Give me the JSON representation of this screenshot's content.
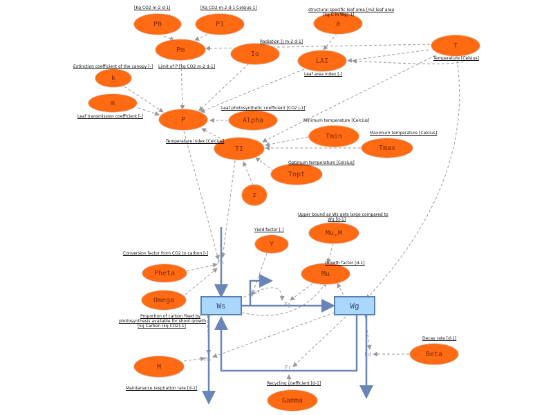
{
  "nodes": {
    "P0": "P0",
    "P1": "P1",
    "Pm": "Pm",
    "Io": "Io",
    "a": "a",
    "LAI": "LAI",
    "T": "T",
    "k": "k",
    "m": "m",
    "P": "P",
    "Alpha": "Alpha",
    "Tmin": "Tmin",
    "Tmax": "Tmax",
    "TI": "TI",
    "Topt": "Topt",
    "z": "z",
    "Y": "Y",
    "MuM": "Mu,M",
    "Mu": "Mu",
    "Pheta": "Pheta",
    "Omega": "Omega",
    "M": "M",
    "Beta": "Beta",
    "Gamma": "Gamma"
  },
  "stocks": {
    "Ws": "Ws",
    "Wg": "Wg"
  },
  "flows": {
    "Fp": "Fp",
    "Psr": "Psr",
    "Fg": "Fg",
    "Fm": "Fm",
    "Fr": "Fr",
    "Fd": "Fd"
  },
  "labels": {
    "P0": "[Kg CO2 m-2 d-1]",
    "P1": "[Kg CO2 m-2 d-1 Celsius-1]",
    "a_line1": "structural specific leaf area [m2 leaf area",
    "a_line2": "(kg C in Wg)-1]",
    "Io": "Radiation [J m-2 d-1]",
    "T": "Temperature [Celsius]",
    "k": "Extinction coefficient of the canopy [-]",
    "Pm": "Limit of P [kg CO2 m-2 d-1]",
    "LAI": "Leaf area index [-]",
    "m": "Leaf transmission coefficient [-]",
    "Alpha": "Leaf photosynthetic coefficient [CO2 J-1]",
    "Tmin": "Minimum temperature [Celcius]",
    "Tmax": "Maximum temperature [Celcius]",
    "TI": "Temperature index [Celcius]",
    "Topt": "Optimum temperature [Celcius]",
    "MuM_line1": "Upper bound as Ws gets large compared to",
    "MuM_line2": "Wg [d-1]",
    "Y": "Yield factor [-]",
    "Mu": "Growth factor [d-1]",
    "Pheta": "Conversion factor from CO2 to carbon [-]",
    "Omega_line1": "Proportion of carbon fixed by",
    "Omega_line2": "photosynthesis available for shoot growth",
    "Omega_line3": "[kg Carbon (kg CO2)-1]",
    "Beta": "Decay rate [d-1]",
    "Gamma": "Recycling coefficient [d-1]",
    "M": "Maintanance respiration rate [d-1]"
  },
  "colors": {
    "node_fill": "#ff6a13",
    "stock_fill": "#a9d8fb",
    "stock_border": "#5a7fb0",
    "flow_pipe": "#6a86b8",
    "dependency_arrow": "#999999"
  }
}
